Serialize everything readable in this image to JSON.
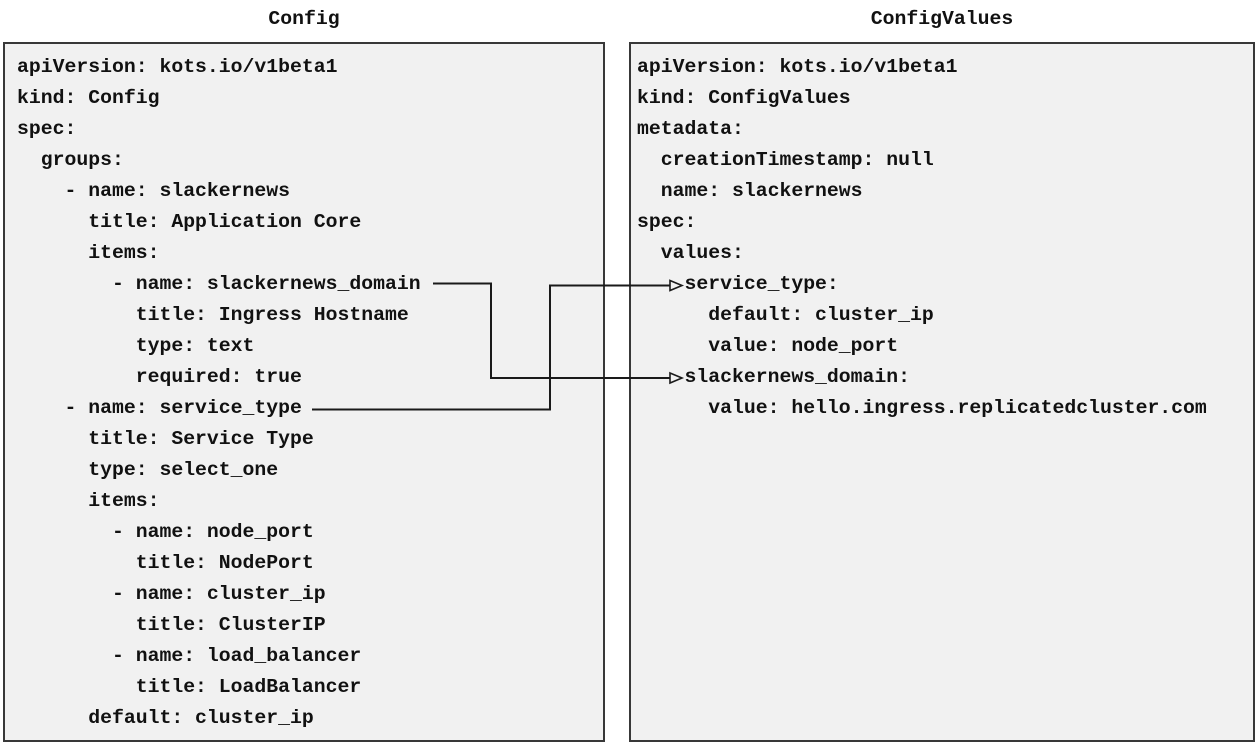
{
  "left_panel": {
    "title": "Config",
    "yaml": "apiVersion: kots.io/v1beta1\nkind: Config\nspec:\n  groups:\n    - name: slackernews\n      title: Application Core\n      items:\n        - name: slackernews_domain\n          title: Ingress Hostname\n          type: text\n          required: true\n    - name: service_type\n      title: Service Type\n      type: select_one\n      items:\n        - name: node_port\n          title: NodePort\n        - name: cluster_ip\n          title: ClusterIP\n        - name: load_balancer\n          title: LoadBalancer\n      default: cluster_ip"
  },
  "right_panel": {
    "title": "ConfigValues",
    "yaml": "apiVersion: kots.io/v1beta1\nkind: ConfigValues\nmetadata:\n  creationTimestamp: null\n  name: slackernews\nspec:\n  values:\n    service_type:\n      default: cluster_ip\n      value: node_port\n    slackernews_domain:\n      value: hello.ingress.replicatedcluster.com"
  },
  "connections": [
    {
      "from": "Config item name: slackernews_domain",
      "to": "ConfigValues value key: slackernews_domain"
    },
    {
      "from": "Config item name: service_type",
      "to": "ConfigValues value key: service_type"
    }
  ],
  "colors": {
    "panel_bg": "#f1f1f1",
    "panel_border": "#383838",
    "connector": "#1a1a1a",
    "text": "#111111"
  }
}
